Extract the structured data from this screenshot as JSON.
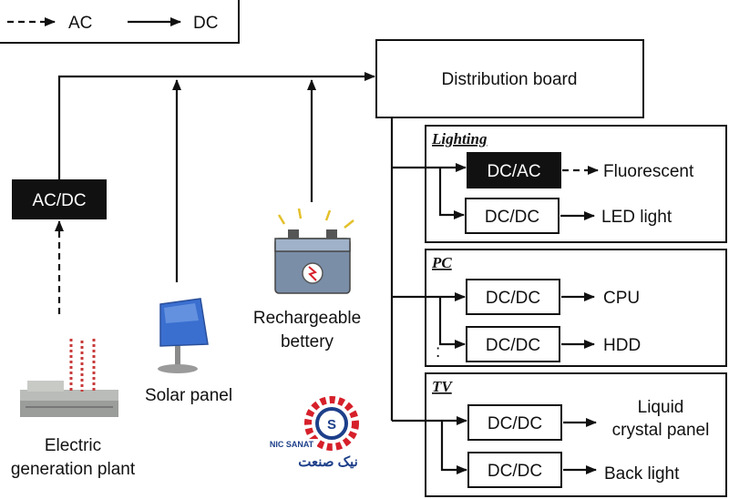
{
  "legend": {
    "ac_label": "AC",
    "dc_label": "DC"
  },
  "distribution_board": "Distribution board",
  "converter_main": "AC/DC",
  "sources": {
    "plant_line1": "Electric",
    "plant_line2": "generation plant",
    "solar": "Solar panel",
    "battery_line1": "Rechargeable",
    "battery_line2": "bettery"
  },
  "groups": {
    "lighting": {
      "title": "Lighting",
      "converter1": "DC/AC",
      "load1": "Fluorescent",
      "converter2": "DC/DC",
      "load2": "LED light"
    },
    "pc": {
      "title": "PC",
      "converter1": "DC/DC",
      "load1": "CPU",
      "converter2": "DC/DC",
      "load2": "HDD",
      "ellipsis": ":"
    },
    "tv": {
      "title": "TV",
      "converter1": "DC/DC",
      "load1_line1": "Liquid",
      "load1_line2": "crystal panel",
      "converter2": "DC/DC",
      "load2": "Back light"
    }
  },
  "watermark": {
    "latin": "NIC SANAT",
    "persian": "نیک صنعت"
  },
  "colors": {
    "ink": "#111111",
    "logo_red": "#d6202a",
    "logo_blue": "#1d3f8a",
    "solar_blue": "#3a6fd0"
  }
}
